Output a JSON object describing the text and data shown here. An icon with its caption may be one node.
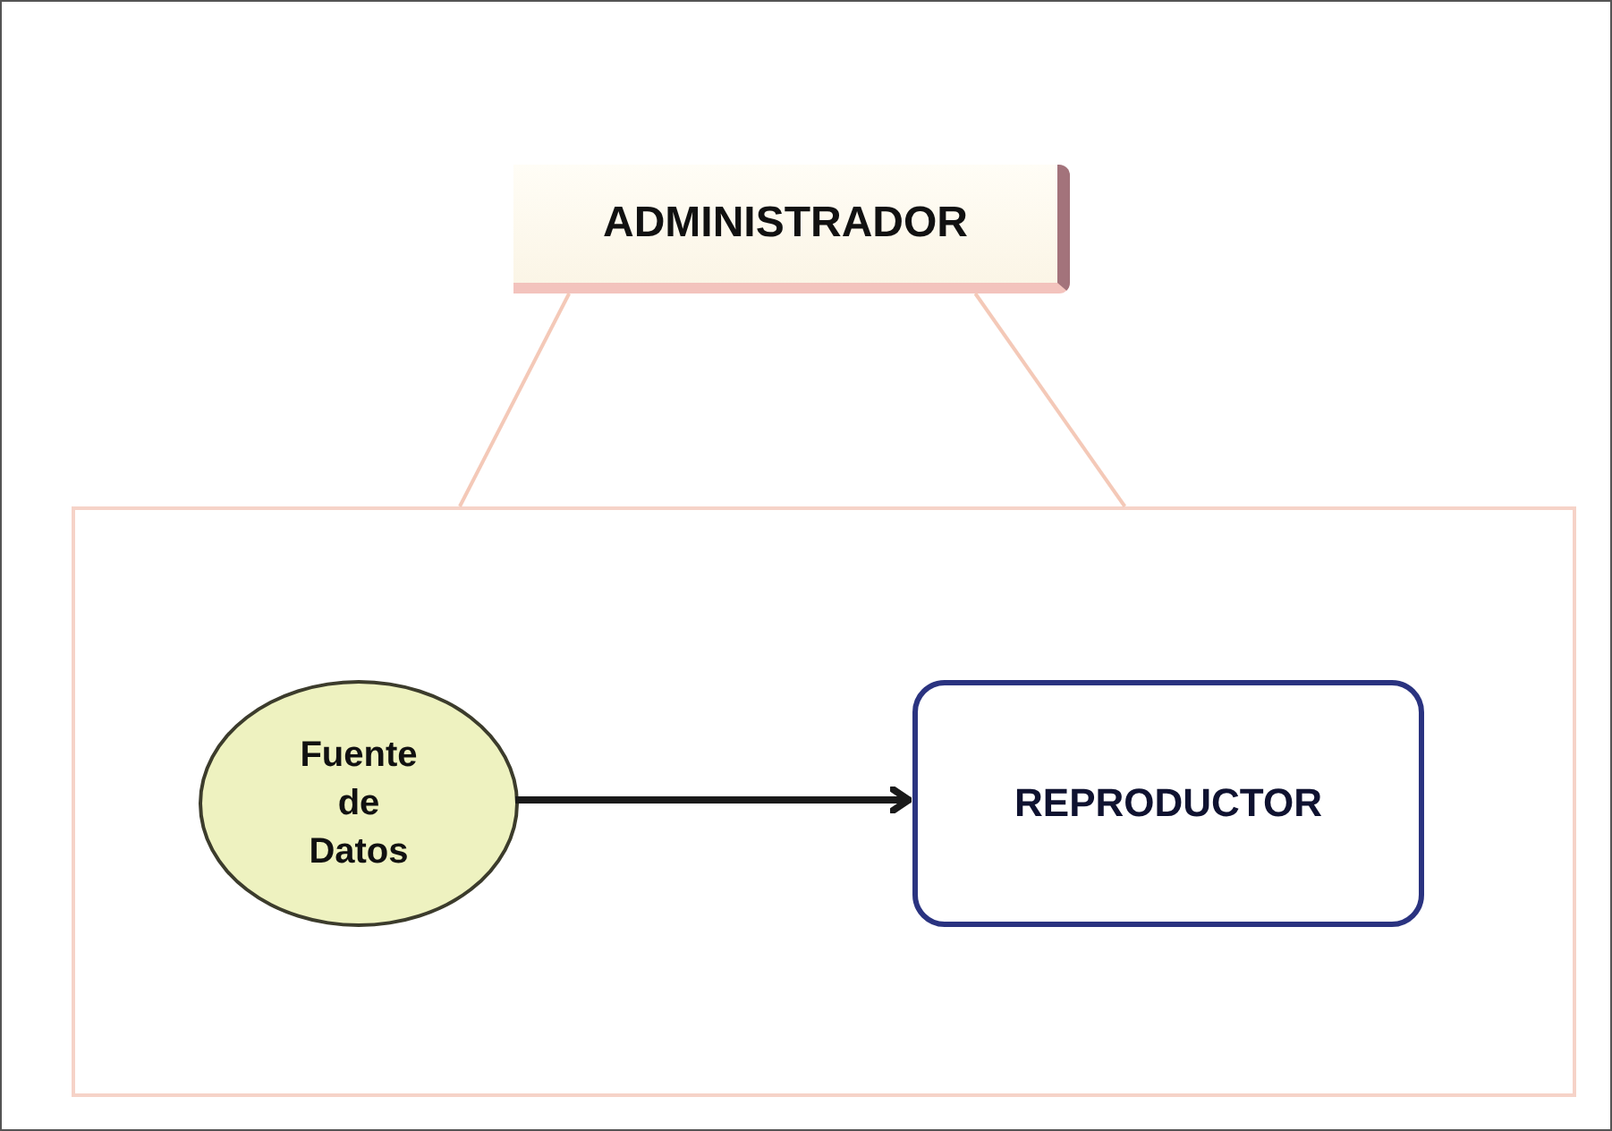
{
  "diagram": {
    "nodes": [
      {
        "text": [
          "ADMINISTRADOR"
        ]
      },
      {
        "text": [],
        "shape": "box"
      },
      {
        "text": [
          "Fuente de Datos"
        ],
        "in": 1
      },
      {
        "text": [
          "REPRODUCTOR"
        ],
        "in": 1
      }
    ],
    "edges": [
      {
        "from": 0,
        "to": 1,
        "arrow": "none",
        "color": "#f4c9b8"
      },
      {
        "from": 0,
        "to": 1,
        "arrow": "none",
        "color": "#f4c9b8"
      },
      {
        "from": 2,
        "to": 3,
        "arrow": "to",
        "style": "thick",
        "color": "#1a1a1a"
      }
    ]
  }
}
